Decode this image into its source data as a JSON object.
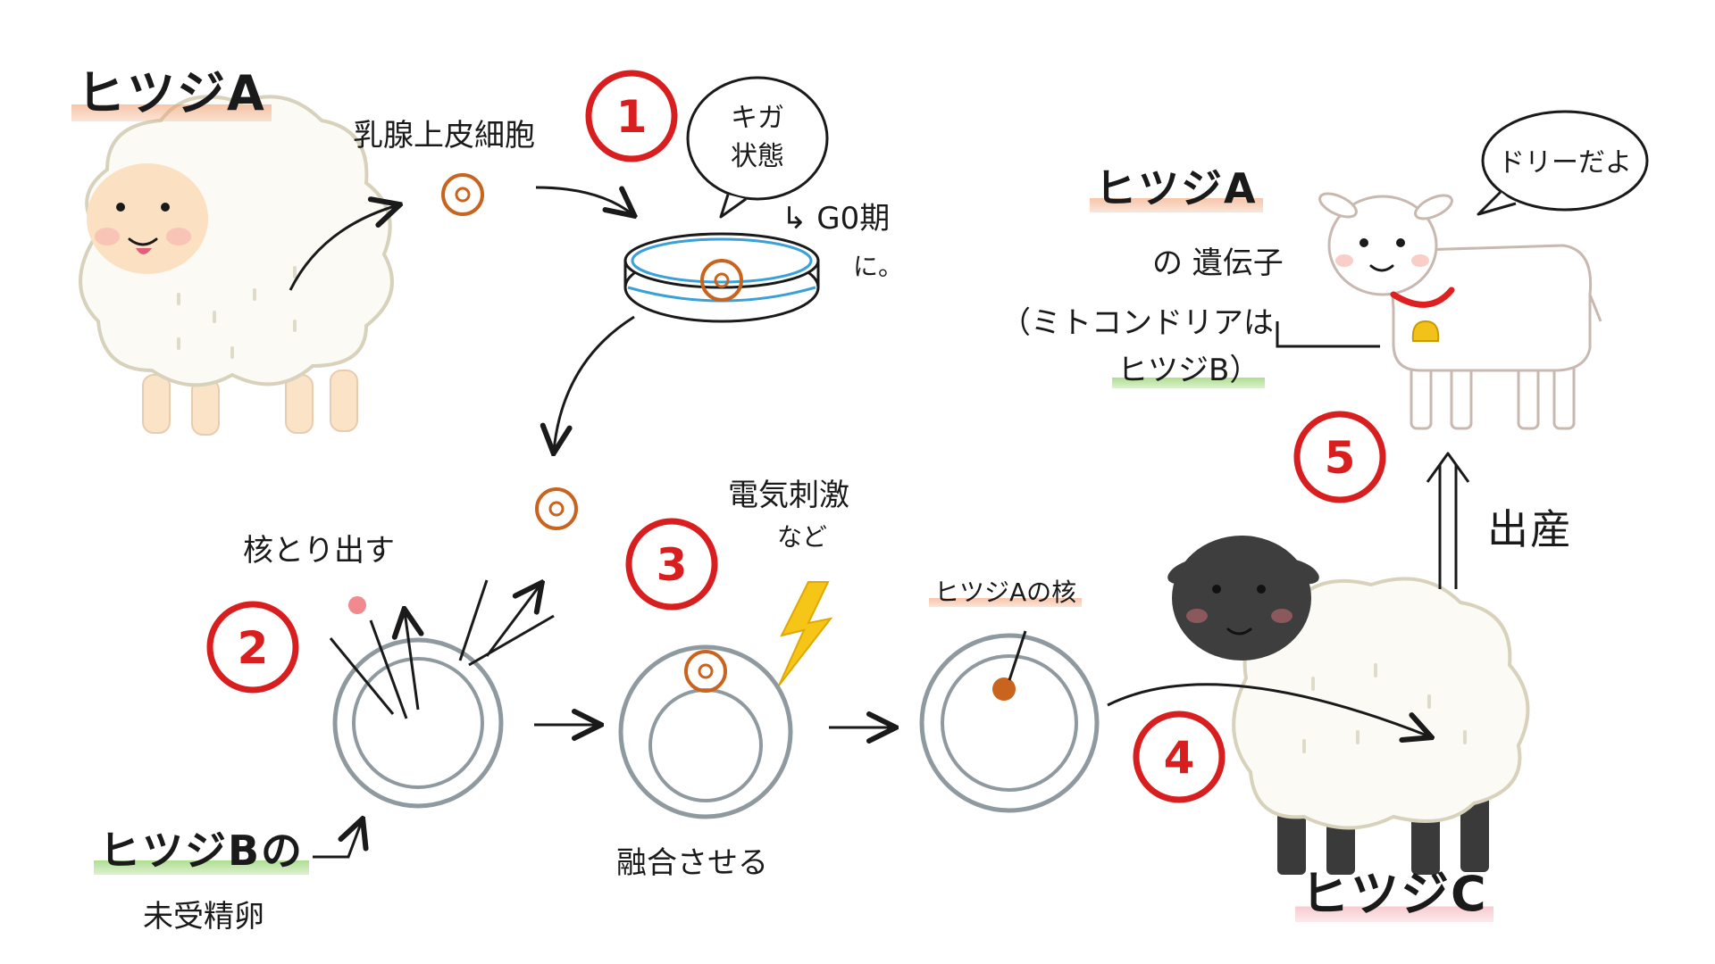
{
  "labels": {
    "sheep_a": "ヒツジA",
    "mammary_cell": "乳腺上皮細胞",
    "starvation_bubble": [
      "キガ",
      "状態"
    ],
    "g0_phase": "↳ G0期",
    "g0_phase_2": "に。",
    "remove_nucleus": "核とり出す",
    "sheep_b_egg_1": "ヒツジBの",
    "sheep_b_egg_2": "未受精卵",
    "electric_stim_1": "電気刺激",
    "electric_stim_2": "など",
    "fuse": "融合させる",
    "sheep_a_nucleus": "ヒツジAの核",
    "sheep_a_genes_title": "ヒツジA",
    "sheep_a_genes_sub": "の 遺伝子",
    "mito_note_1": "（ミトコンドリアは",
    "mito_note_2": "ヒツジB）",
    "dolly_bubble": "ドリーだよ",
    "birth": "出産",
    "sheep_c": "ヒツジC"
  },
  "steps": [
    "1",
    "2",
    "3",
    "4",
    "5"
  ],
  "colors": {
    "step_red": "#d81e1e",
    "cell_orange": "#c8641e",
    "ring_gray": "#8f9aa0",
    "dish_blue": "#3aa0d8",
    "bolt_yellow": "#f5c518",
    "bell_yellow": "#f2c21a",
    "collar_red": "#e02020"
  },
  "icons": [
    "sheep-a-icon",
    "sheep-c-icon",
    "dolly-goat-icon",
    "petri-dish-icon",
    "lightning-icon",
    "bell-icon"
  ]
}
